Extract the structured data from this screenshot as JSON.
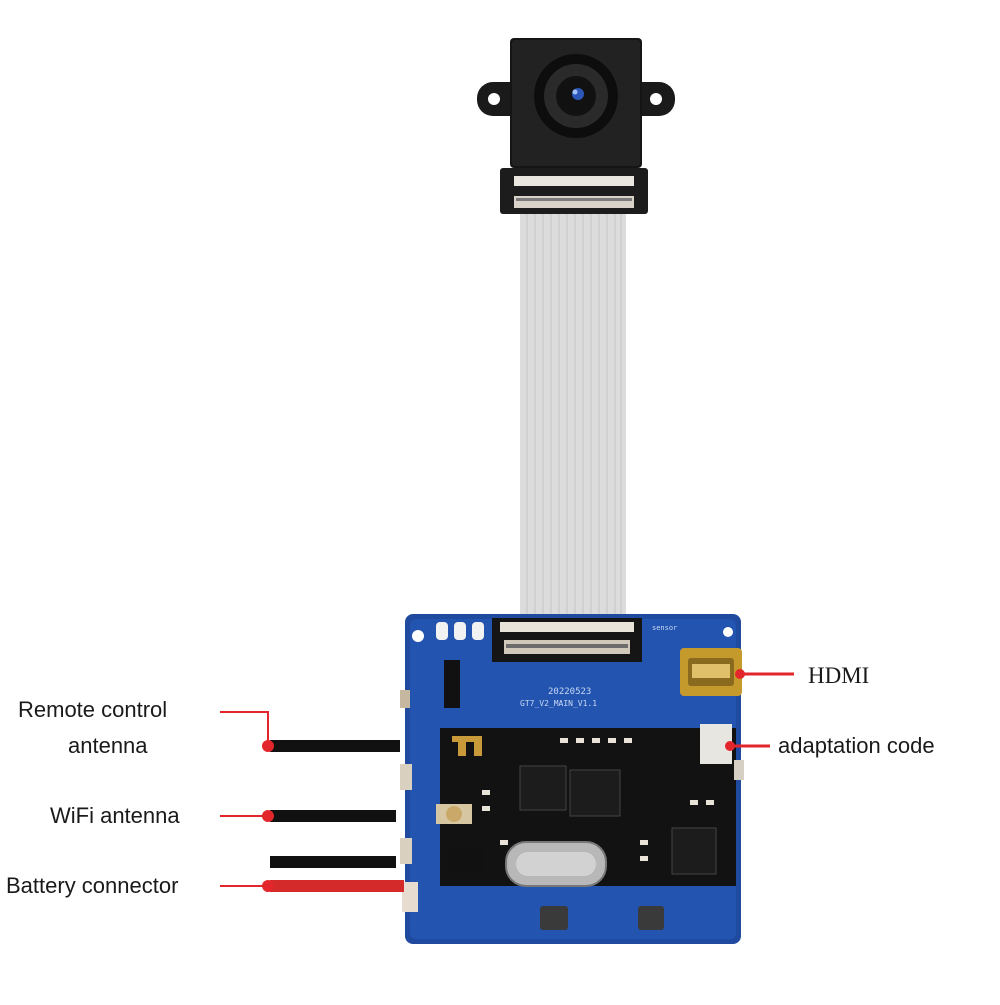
{
  "labels": {
    "remote_line1": "Remote control",
    "remote_line2": "antenna",
    "wifi": "WiFi antenna",
    "battery": "Battery connector",
    "hdmi": "HDMI",
    "adaptation": "adaptation code"
  },
  "board_print": {
    "pcb_code": "20220523",
    "pcb_model": "GT7_V2_MAIN_V1.1",
    "sensor_tag": "sensor"
  },
  "colors": {
    "callout_red": "#e3262b",
    "wire_black": "#111111",
    "wire_red": "#d42a2a",
    "pcb_blue": "#1f4aa0",
    "cable_grey": "#d9d9d9"
  }
}
